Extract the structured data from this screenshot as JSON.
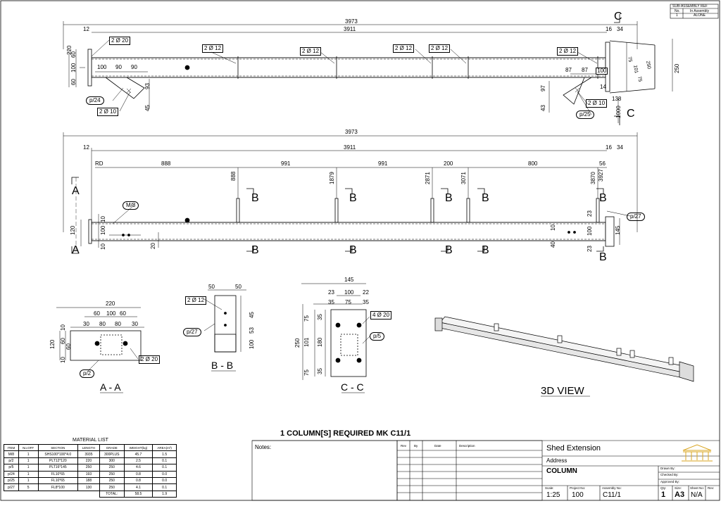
{
  "subassembly": {
    "title": "SUB-ASSEMBLY REF",
    "col1": "No.",
    "col2": "In Assembly",
    "row_no": "1",
    "row_val": "ALONE"
  },
  "top_view": {
    "overall": "3973",
    "inner": "3911",
    "left_end": "12",
    "right_end1": "16",
    "right_end2": "34",
    "section_label": "C",
    "holes_left": "2 Ø 20",
    "holes_mid": [
      "2 Ø 12",
      "2 Ø 12",
      "2 Ø 12",
      "2 Ø 12",
      "2 Ø 12"
    ],
    "dims_left_vert": [
      "60",
      "100",
      "60"
    ],
    "left_height": "220",
    "dims_left_horiz": [
      "100",
      "90",
      "90"
    ],
    "dim_93": "93",
    "dim_45": "45",
    "plate_left": "p/24",
    "holes_left_bottom": "2 Ø 10",
    "dims_right": [
      "87",
      "87",
      "100"
    ],
    "dim_97": "97",
    "dim_43": "43",
    "dim_14": "14",
    "dim_138": "138",
    "dim_1000": "1000",
    "plate_right": "p/25",
    "holes_right_bottom": "2 Ø 10",
    "right_flange": [
      "75",
      "101",
      "75"
    ],
    "right_250": "250",
    "right_250_b": "250"
  },
  "elev_view": {
    "overall": "3973",
    "inner": "3911",
    "left_end": "12",
    "right_end1": "16",
    "right_end2": "34",
    "rd": "RD",
    "spacings": [
      "888",
      "991",
      "991",
      "200",
      "800",
      "56"
    ],
    "vert_dims": [
      "888",
      "1879",
      "2871",
      "3071",
      "3870",
      "3927"
    ],
    "section_a": "A",
    "section_b": "B",
    "mark_m8": "M/8",
    "mark_p27": "p/27",
    "left_dims": [
      "10",
      "100",
      "10"
    ],
    "left_120": "120",
    "dim_20": "20",
    "right_dims": [
      "10",
      "100",
      "40"
    ],
    "right_23": "23",
    "right_23b": "23",
    "right_145": "145"
  },
  "section_aa": {
    "title": "A - A",
    "width": "220",
    "row2": [
      "60",
      "100",
      "60"
    ],
    "row3": [
      "30",
      "80",
      "80",
      "30"
    ],
    "vert": [
      "10",
      "60",
      "60",
      "10"
    ],
    "h120": "120",
    "holes": "2 Ø 20",
    "plate": "p/2"
  },
  "section_bb": {
    "title": "B - B",
    "top": [
      "50",
      "50"
    ],
    "holes": "2 Ø 12",
    "plate": "p/27",
    "vert": [
      "45",
      "53",
      "100"
    ]
  },
  "section_cc": {
    "title": "C - C",
    "width": "145",
    "row2": [
      "23",
      "100",
      "22"
    ],
    "row3": [
      "35",
      "75",
      "35"
    ],
    "vert": [
      "75",
      "35",
      "101",
      "180",
      "35",
      "75"
    ],
    "h250": "250",
    "holes": "4 Ø 20",
    "plate": "p/5"
  },
  "view3d": {
    "title": "3D VIEW"
  },
  "required_text": "1  COLUMN[S]  REQUIRED  MK C11/1",
  "material_list": {
    "title": "MATERIAL LIST",
    "headers": [
      "ITEM",
      "No.OFF",
      "SECTION",
      "LENGTH",
      "GRADE",
      "WEIGHT(kg)",
      "AREA(m²)"
    ],
    "rows": [
      [
        "M/8",
        "1",
        "SHS100*100*4.0",
        "3935",
        "300PLUS",
        "45.7",
        "1.5"
      ],
      [
        "p/2",
        "1",
        "PLT12*120",
        "220",
        "300",
        "2.5",
        "0.1"
      ],
      [
        "p/5",
        "1",
        "PLT16*145",
        "250",
        "250",
        "4.6",
        "0.1"
      ],
      [
        "p/24",
        "1",
        "FL10*65",
        "193",
        "250",
        "0.8",
        "0.0"
      ],
      [
        "p/25",
        "1",
        "FL10*65",
        "188",
        "250",
        "0.8",
        "0.0"
      ],
      [
        "p/27",
        "5",
        "FL8*100",
        "130",
        "250",
        "4.1",
        "0.1"
      ]
    ],
    "total_label": "TOTAL:",
    "total_weight": "58.5",
    "total_area": "1.9"
  },
  "notes_label": "Notes:",
  "revision": {
    "headers": [
      "Rev",
      "By",
      "Date",
      "Description"
    ]
  },
  "title_block": {
    "project": "Shed Extension",
    "address": "Address",
    "drawing": "COLUMN",
    "drawn_by": "Drawn By:",
    "checked_by": "Checked By:",
    "approved_by": "Approved By:",
    "labels": [
      "Scale:",
      "Project No:",
      "Assembly No:",
      "Qty:",
      "Size:",
      "Sheet No:",
      "Rev:"
    ],
    "scale": "1:25",
    "project_no": "100",
    "assembly_no": "C11/1",
    "qty": "1",
    "size": "A3",
    "sheet_no": "N/A",
    "rev": ""
  }
}
